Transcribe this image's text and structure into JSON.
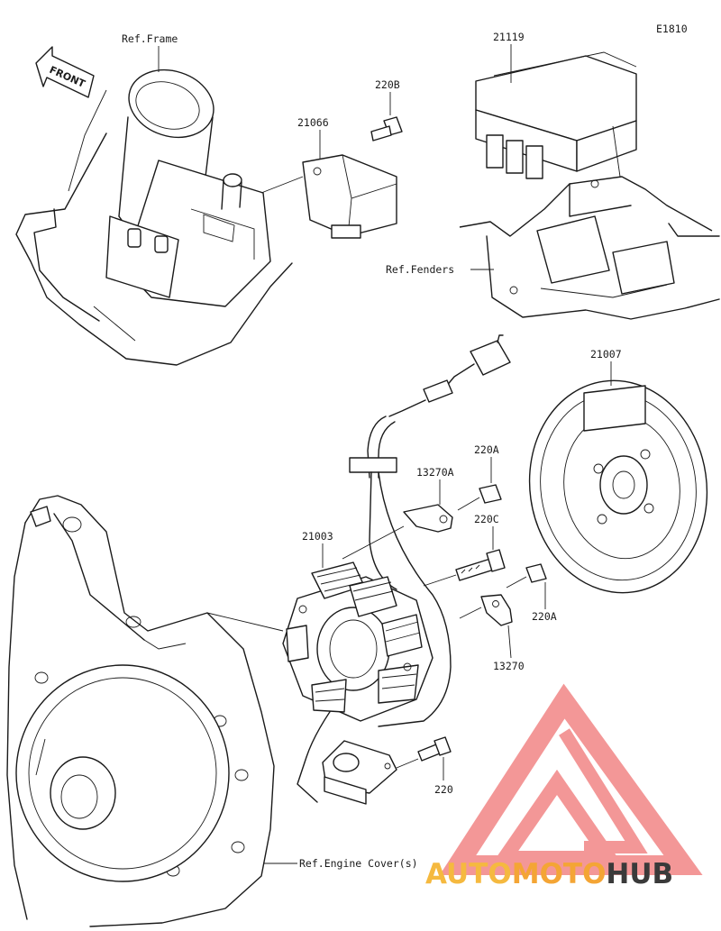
{
  "diagram_id": "E1810",
  "front_label": "FRONT",
  "refs": {
    "frame": "Ref.Frame",
    "fenders": "Ref.Fenders",
    "engine_cover": "Ref.Engine Cover(s)"
  },
  "parts": {
    "p21119": "21119",
    "p220B": "220B",
    "p21066": "21066",
    "p21007": "21007",
    "p220A_top": "220A",
    "p13270A": "13270A",
    "p220C": "220C",
    "p21003": "21003",
    "p220A_low": "220A",
    "p13270": "13270",
    "p220": "220"
  },
  "watermark": {
    "word_a": "AUTO",
    "word_b": "MOTO",
    "word_c": "HUB",
    "color_light": "#f5b93f",
    "color_mid": "#f4a535",
    "color_dark": "#3a3a3a",
    "logo_color": "#f28c8c"
  }
}
